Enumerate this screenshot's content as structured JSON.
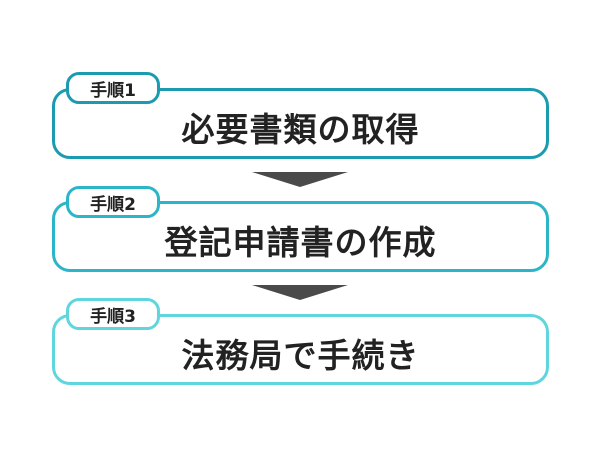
{
  "colors": {
    "step1": "#1a9bb0",
    "step2": "#2bb5c8",
    "step3": "#5fd6de",
    "arrow": "#4a4a4a"
  },
  "steps": [
    {
      "label": "手順1",
      "title": "必要書類の取得"
    },
    {
      "label": "手順2",
      "title": "登記申請書の作成"
    },
    {
      "label": "手順3",
      "title": "法務局で手続き"
    }
  ]
}
